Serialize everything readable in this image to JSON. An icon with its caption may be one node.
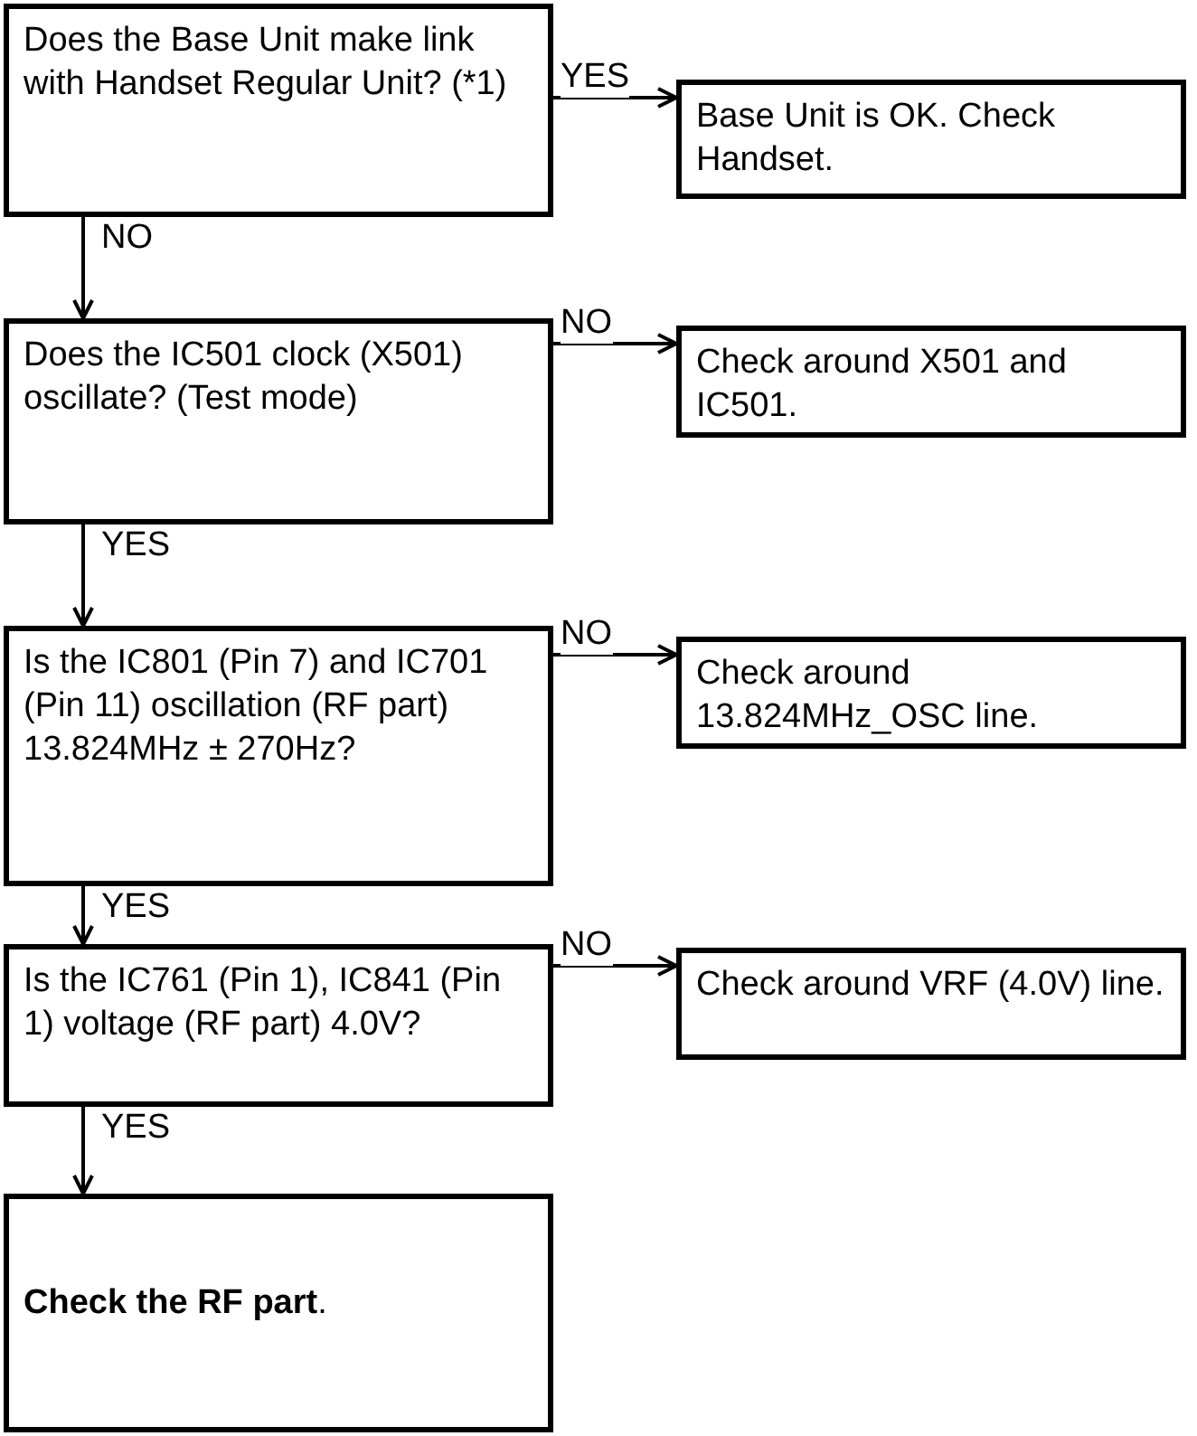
{
  "diagram": {
    "nodes": [
      {
        "text": [
          "Does the Base Unit make link with Handset Regular Unit? (*1)"
        ]
      },
      {
        "text": [
          "Base Unit is OK. Check Handset."
        ]
      },
      {
        "text": [
          "Does the IC501 clock (X501) oscillate? (Test mode)"
        ]
      },
      {
        "text": [
          "Check around X501 and IC501."
        ]
      },
      {
        "text": [
          "Is the IC801 (Pin 7) and IC701 (Pin 11) oscillation (RF part) 13.824MHz ± 270Hz?"
        ]
      },
      {
        "text": [
          "Check around 13.824MHz_OSC line."
        ]
      },
      {
        "text": [
          "Is the IC761 (Pin 1), IC841 (Pin 1) voltage (RF part) 4.0V?"
        ]
      },
      {
        "text": [
          "Check around VRF (4.0V) line."
        ]
      },
      {
        "text": [
          "**Check the RF part**."
        ]
      }
    ],
    "edges": [
      {
        "from": 0,
        "to": 1,
        "arrow": "to",
        "label": "YES"
      },
      {
        "from": 0,
        "to": 2,
        "arrow": "to",
        "label": "NO"
      },
      {
        "from": 2,
        "to": 3,
        "arrow": "to",
        "label": "NO"
      },
      {
        "from": 2,
        "to": 4,
        "arrow": "to",
        "label": "YES"
      },
      {
        "from": 4,
        "to": 5,
        "arrow": "to",
        "label": "NO"
      },
      {
        "from": 4,
        "to": 6,
        "arrow": "to",
        "label": "YES"
      },
      {
        "from": 6,
        "to": 7,
        "arrow": "to",
        "label": "NO"
      },
      {
        "from": 6,
        "to": 8,
        "arrow": "to",
        "label": "YES"
      }
    ]
  }
}
